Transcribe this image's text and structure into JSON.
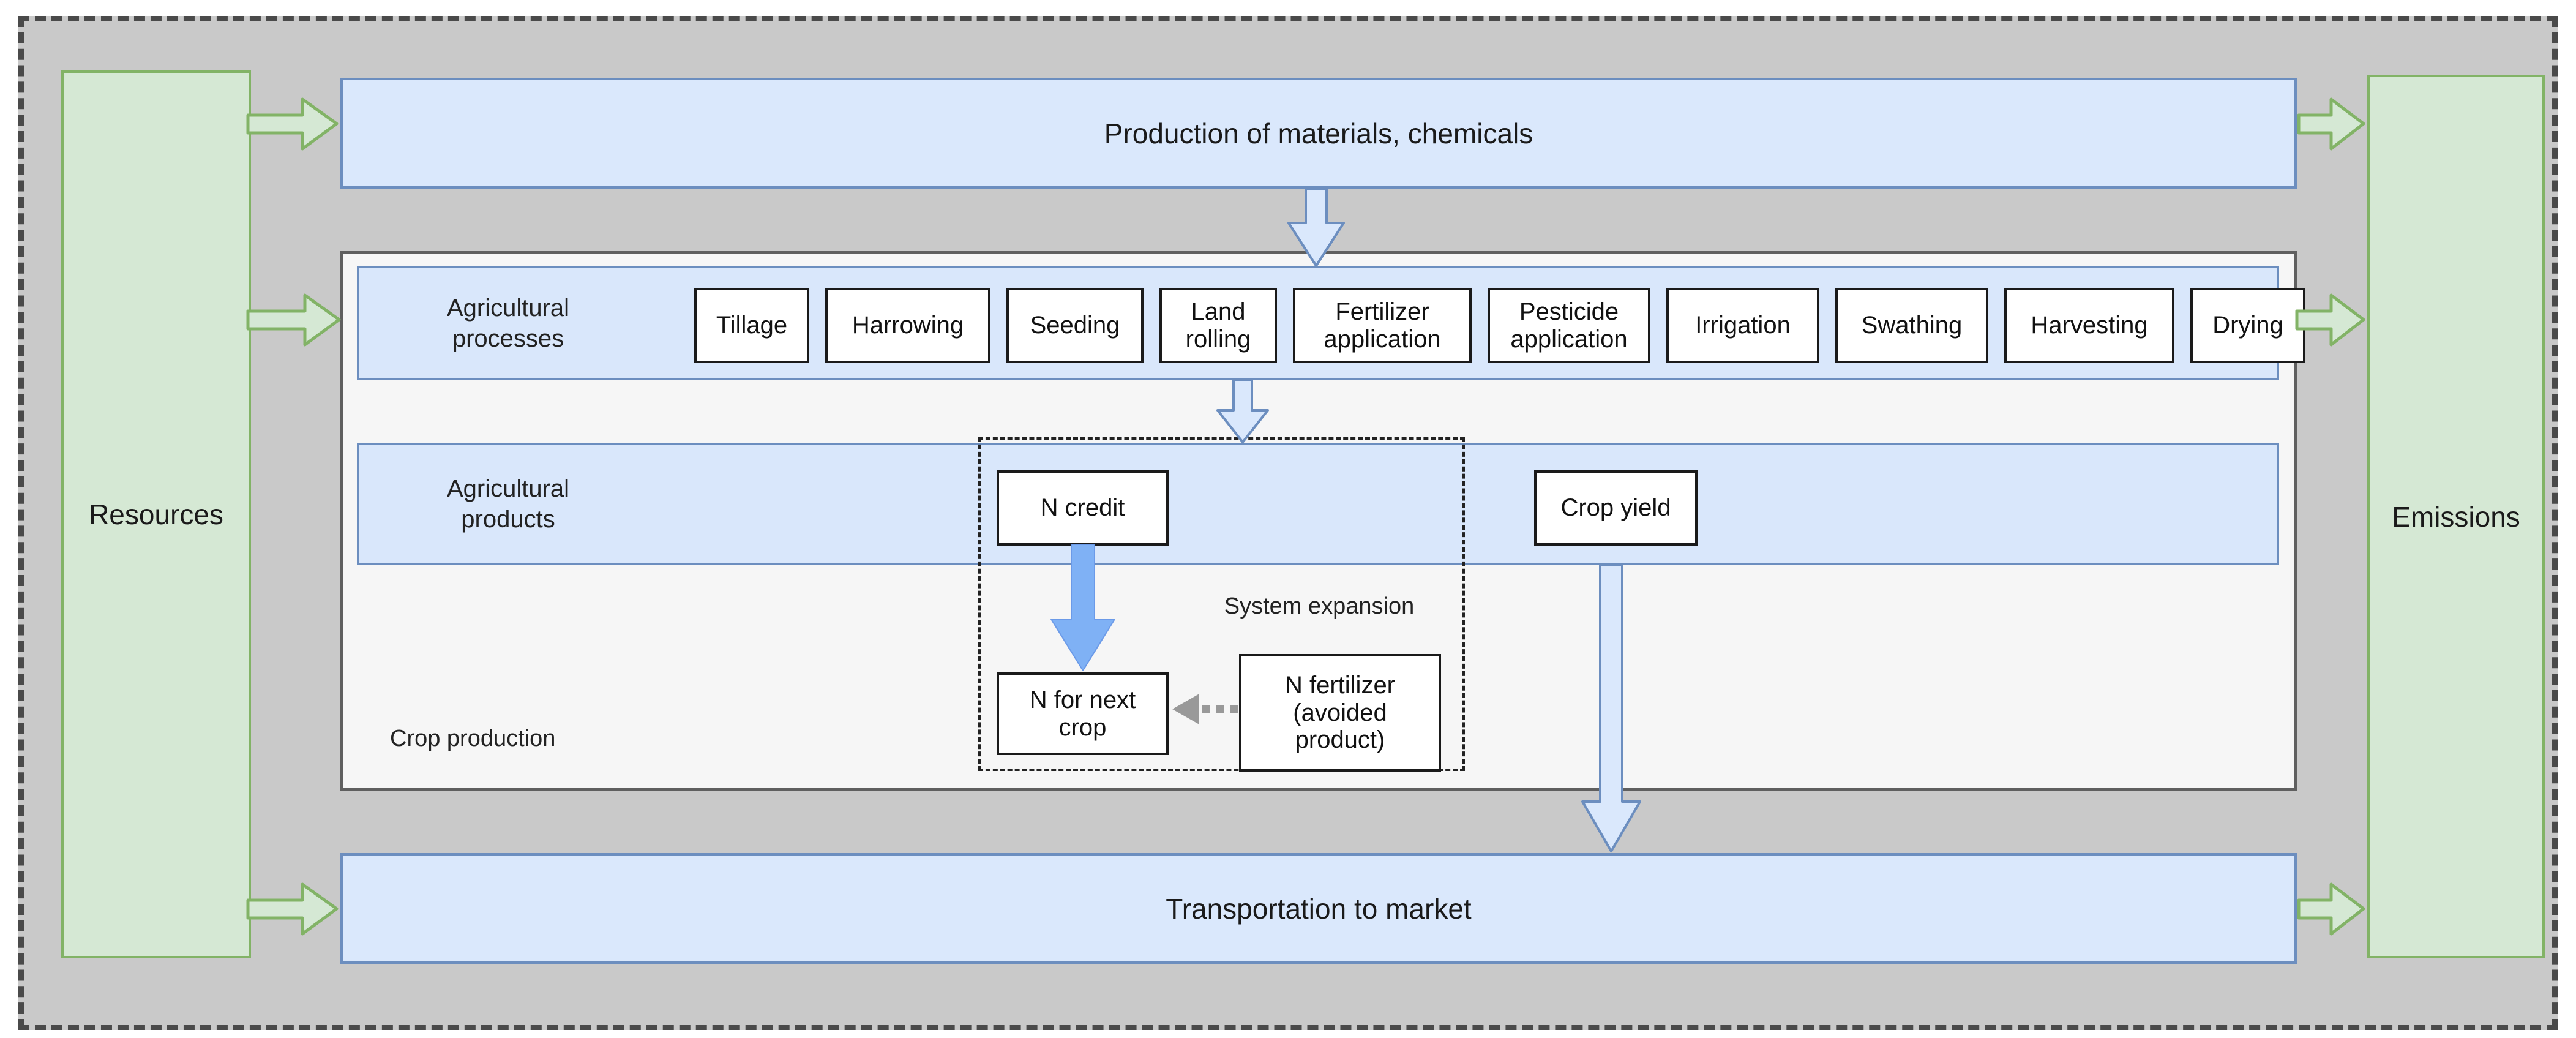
{
  "diagram": {
    "resources_label": "Resources",
    "emissions_label": "Emissions",
    "production_bar": "Production of materials, chemicals",
    "transportation_bar": "Transportation to market",
    "crop_production_label": "Crop production",
    "processes": {
      "label": "Agricultural\nprocesses",
      "items": [
        "Tillage",
        "Harrowing",
        "Seeding",
        "Land\nrolling",
        "Fertilizer\napplication",
        "Pesticide\napplication",
        "Irrigation",
        "Swathing",
        "Harvesting",
        "Drying"
      ]
    },
    "products": {
      "label": "Agricultural\nproducts",
      "n_credit": "N credit",
      "crop_yield": "Crop yield"
    },
    "system_expansion": {
      "label": "System expansion",
      "n_for_next_crop": "N for next\ncrop",
      "n_fertilizer_avoided": "N fertilizer\n(avoided\nproduct)"
    },
    "colors": {
      "canvas_gray": "#c9c9c9",
      "frame_dash": "#4a4a4a",
      "green_fill": "#d5e8d4",
      "green_stroke": "#82b366",
      "blue_fill": "#dae8fc",
      "blue_stroke": "#6c8ebf",
      "bright_blue_arrow": "#7fb1f5",
      "dotted_arrow_gray": "#999999",
      "container_fill": "#f6f6f6"
    }
  }
}
